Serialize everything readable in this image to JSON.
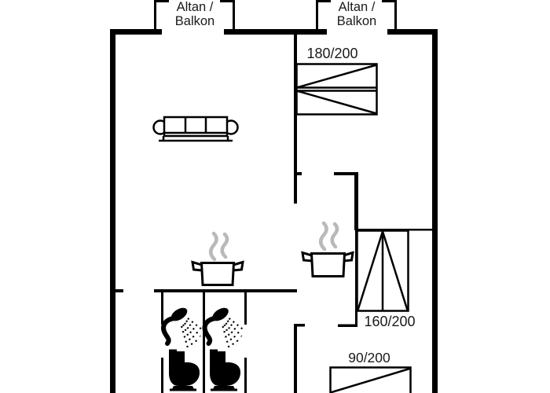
{
  "plan": {
    "background_color": "#ffffff",
    "line_color": "#000000",
    "steam_color": "#b9b9b9",
    "text_color": "#1a1a1a"
  },
  "balconies": [
    {
      "label_line1": "Altan /",
      "label_line2": "Balkon"
    },
    {
      "label_line1": "Altan /",
      "label_line2": "Balkon"
    }
  ],
  "beds": [
    {
      "size_label": "180/200"
    },
    {
      "size_label": "160/200"
    },
    {
      "size_label": "90/200"
    }
  ],
  "fixtures": [
    {
      "icon": "sofa-icon"
    },
    {
      "icon": "stove-pot-icon"
    },
    {
      "icon": "stove-pot-icon"
    },
    {
      "icon": "steam-icon"
    },
    {
      "icon": "steam-icon"
    },
    {
      "icon": "shower-icon"
    },
    {
      "icon": "shower-icon"
    },
    {
      "icon": "toilet-icon"
    },
    {
      "icon": "toilet-icon"
    }
  ]
}
